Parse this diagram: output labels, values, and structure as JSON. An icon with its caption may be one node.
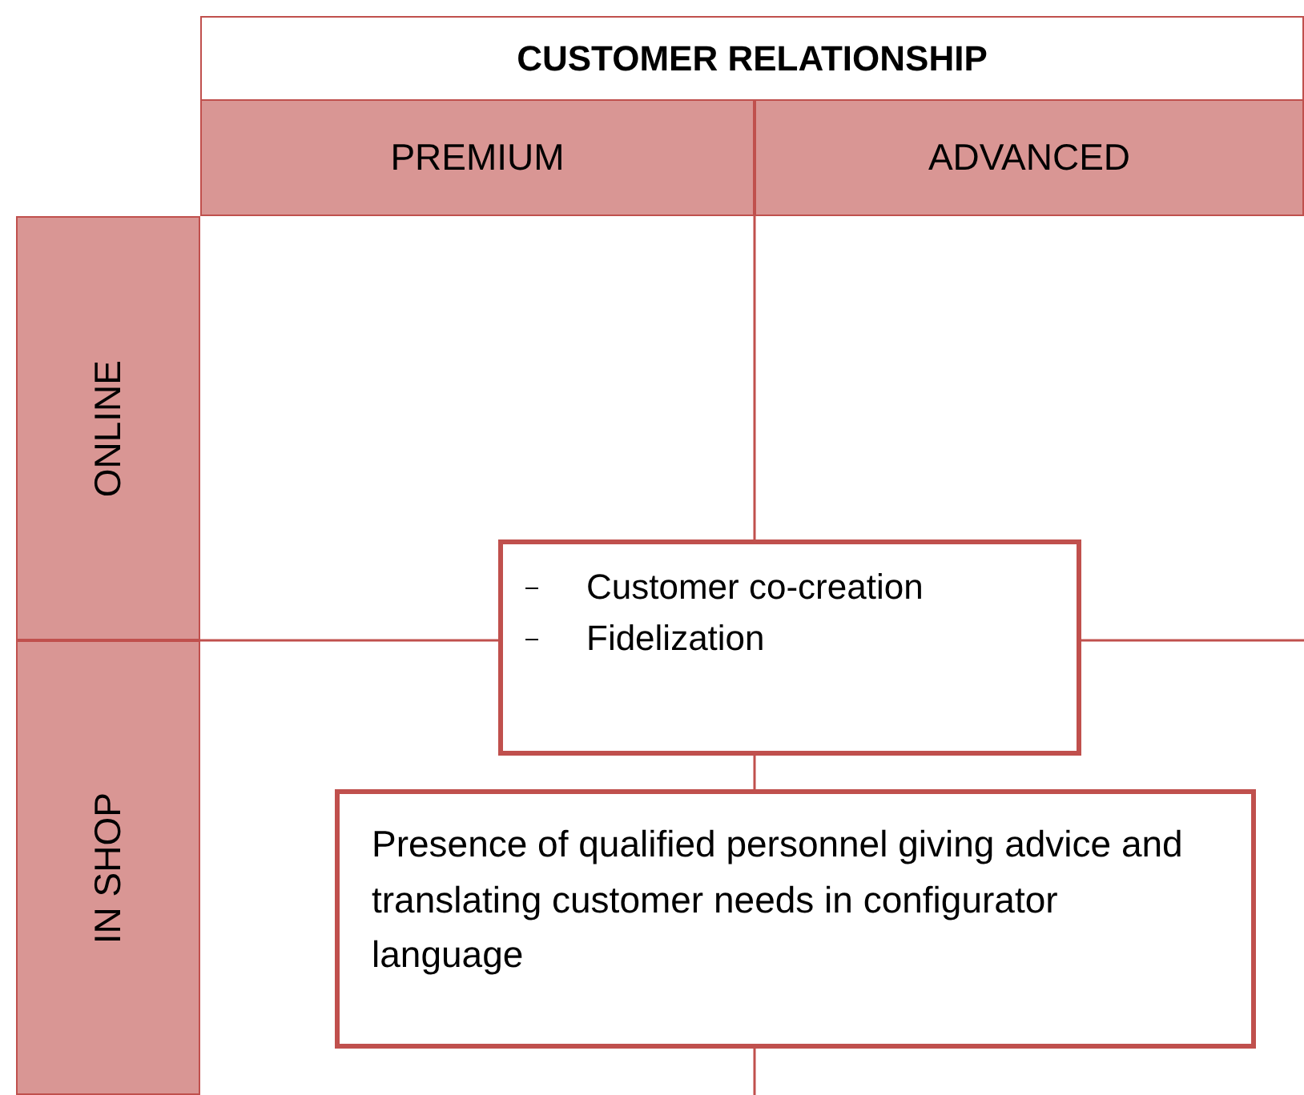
{
  "diagram": {
    "nodes": [
      {
        "text": [
          "CUSTOMER RELATIONSHIP"
        ]
      },
      {
        "text": [
          "PREMIUM"
        ]
      },
      {
        "text": [
          "ADVANCED"
        ]
      },
      {
        "text": [
          "ONLINE"
        ]
      },
      {
        "text": [
          "IN SHOP"
        ]
      },
      {
        "text": [
          "Customer co-creation",
          "Fidelization"
        ]
      },
      {
        "text": [
          "Presence of qualified personnel giving advice and translating customer needs in configurator language"
        ]
      }
    ]
  }
}
